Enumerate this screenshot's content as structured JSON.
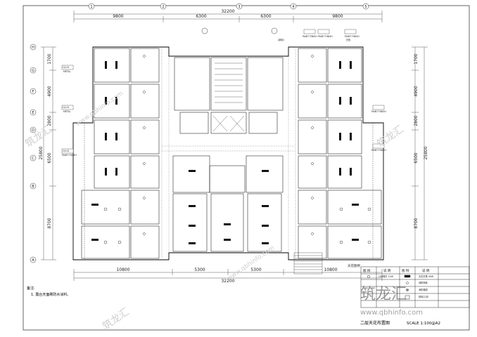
{
  "drawing": {
    "title": "二层天花布置图",
    "scale": "SCALE 1:100@A2",
    "notes_heading": "备注:",
    "notes": [
      "1. 露台天面刷防水涂料。"
    ]
  },
  "dimensions": {
    "top_total": "32200",
    "top_segments": [
      "9800",
      "6300",
      "6300",
      "9800"
    ],
    "bottom_total": "32200",
    "bottom_segments": [
      "10800",
      "5300",
      "5300",
      "10800"
    ],
    "left_segments": [
      "1700",
      "4900",
      "2800",
      "6500",
      "8700"
    ],
    "left_total": "25800",
    "right_segments": [
      "1700",
      "4900",
      "2800",
      "6500",
      "8700"
    ],
    "right_total": "25800"
  },
  "grid": {
    "top_markers": [
      "1",
      "2",
      "3",
      "4",
      "5"
    ],
    "left_markers": [
      "H",
      "G",
      "F",
      "E",
      "D",
      "C",
      "B",
      "A"
    ]
  },
  "tags": {
    "paint_finish": "PAINT FINISH",
    "metal": "METAL",
    "tag_code": "CA-01",
    "tag_sub": "白色",
    "slot_label": "(新增)"
  },
  "legend": {
    "title": "天花图例",
    "header_left": [
      "图 例",
      "说 明"
    ],
    "header_right": [
      "图 例",
      "说 明"
    ],
    "rows": [
      [
        "LED筒灯 12W",
        "天花灯槽 40W"
      ],
      [
        "",
        "消防喷淋"
      ],
      [
        "",
        "消防烟感"
      ],
      [
        "",
        "排风口/扣"
      ]
    ]
  },
  "watermarks": [
    "筑龙汇",
    "www.qbhinfo.com",
    "筑龙汇",
    "www.qbhinfo.com",
    "筑龙汇"
  ],
  "logo_text": "筑龙汇",
  "logo_sub": "www.qbhinfo.com"
}
